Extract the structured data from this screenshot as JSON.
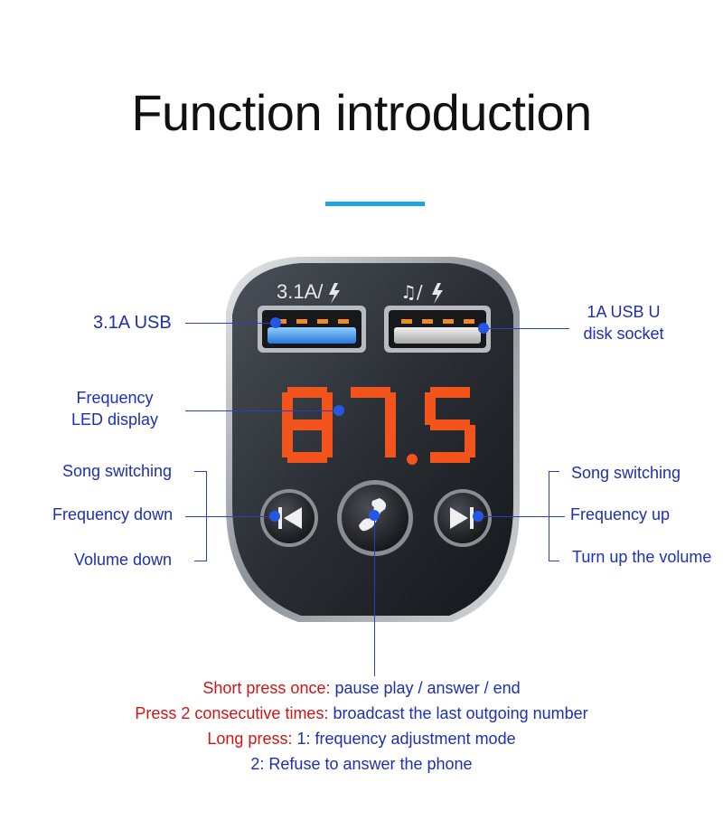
{
  "title": "Function introduction",
  "device": {
    "port_left_label": "3.1A/",
    "port_right_label": "♫/",
    "display": "87.5"
  },
  "labels": {
    "usb_left": "3.1A USB",
    "usb_right_line1": "1A USB U",
    "usb_right_line2": "disk socket",
    "freq_line1": "Frequency",
    "freq_line2": "LED display",
    "left_song": "Song switching",
    "left_freq": "Frequency down",
    "left_vol": "Volume down",
    "right_song": "Song switching",
    "right_freq": "Frequency up",
    "right_vol": "Turn up the volume"
  },
  "instructions": [
    {
      "red": "Short press once:",
      "blue": " pause play / answer / end"
    },
    {
      "red": "Press 2 consecutive times:",
      "blue": " broadcast the last outgoing number"
    },
    {
      "red": "Long press:",
      "blue": " 1: frequency adjustment mode"
    },
    {
      "red": "",
      "blue": "2: Refuse to answer the phone"
    }
  ],
  "colors": {
    "accent": "#1da6e0",
    "label_blue": "#1e2fb4",
    "label_red": "#d11414",
    "digit_orange": "#f2541b"
  }
}
